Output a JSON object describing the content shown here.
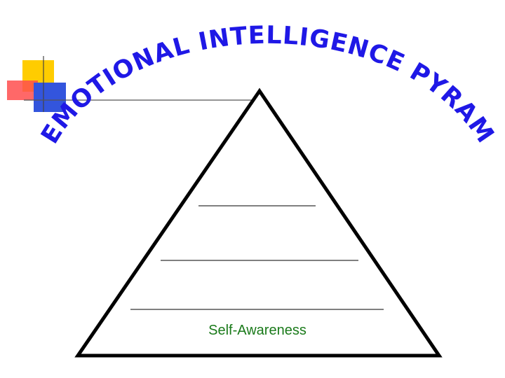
{
  "slide": {
    "title": "EMOTIONAL INTELLIGENCE PYRAMID",
    "title_color": "#1f18e6"
  },
  "decoration": {
    "colors": {
      "yellow": "#ffcc00",
      "red": "#ff4040",
      "blue": "#3355dd"
    }
  },
  "pyramid": {
    "outline_color": "#000000",
    "levels": [
      {
        "label": "Self-Awareness",
        "color": "#1a7a1a"
      }
    ],
    "blank_lines": 3
  }
}
